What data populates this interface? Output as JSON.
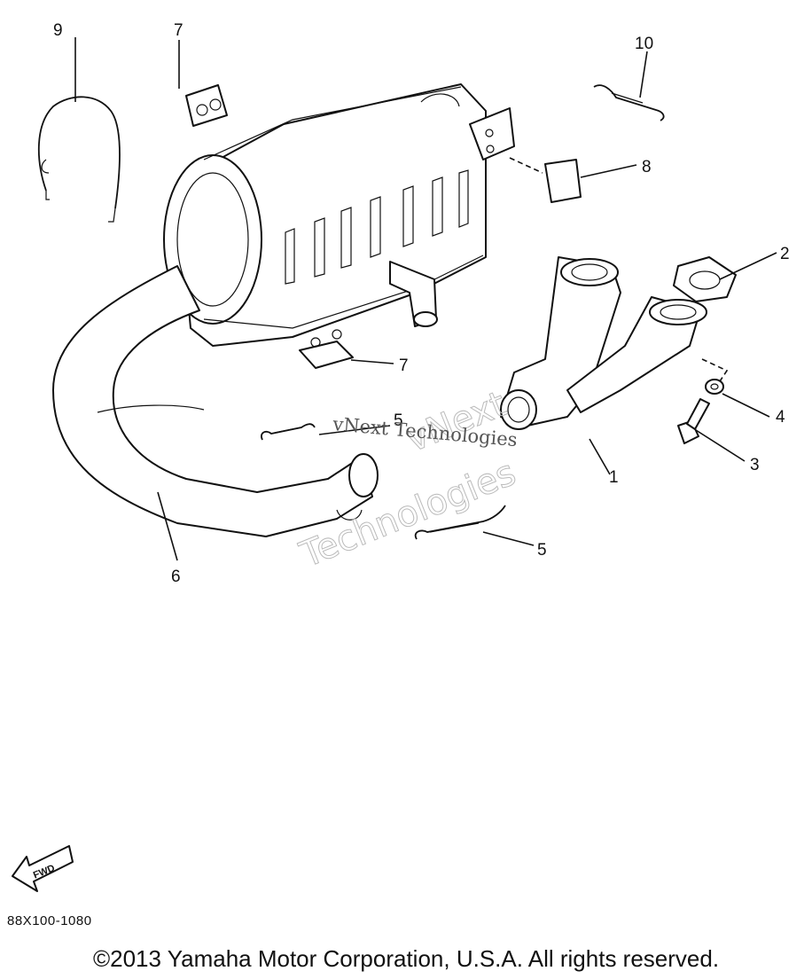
{
  "callouts": {
    "p1": "1",
    "p2": "2",
    "p3": "3",
    "p4": "4",
    "p5a": "5",
    "p5b": "5",
    "p6": "6",
    "p7a": "7",
    "p7b": "7",
    "p8": "8",
    "p9": "9",
    "p10": "10"
  },
  "fwd_label": "FWD",
  "watermark": {
    "line1": "vNext",
    "line2": "Technologies",
    "inline": "vNext Technologies"
  },
  "diagram_code": "88X100-1080",
  "copyright": "©2013 Yamaha Motor Corporation, U.S.A. All rights reserved."
}
